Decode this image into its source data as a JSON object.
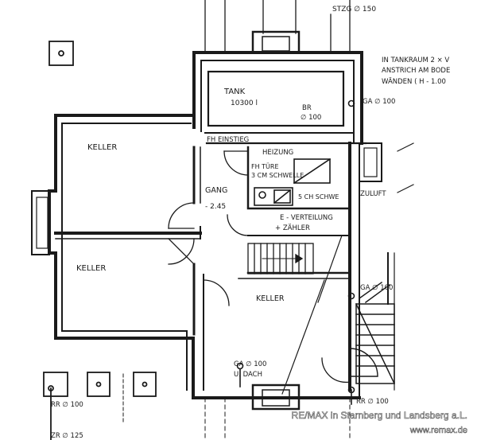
{
  "labels": {
    "stzg": "STZG ∅ 150",
    "note_line1": "IN TANKRAUM 2 × V",
    "note_line2": "ANSTRICH AM BODE",
    "note_line3": "WÄNDEN ( H - 1.00",
    "tank": "TANK",
    "tank_volume": "10300 l",
    "br": "BR",
    "br_dim": "∅ 100",
    "ga_top": "GA ∅ 100",
    "keller_top": "KELLER",
    "fh_einstieg": "FH EINSTIEG",
    "heizung": "HEIZUNG",
    "fh_tuere": "FH TÜRE",
    "schwelle": "3 CM SCHWELLE",
    "schwelle2": "5 CH SCHWE",
    "zuluft": "ZULUFT",
    "gang": "GANG",
    "level": "- 2.45",
    "e_verteilung": "E - VERTEILUNG",
    "zaehler": "+ ZÄHLER",
    "keller_left": "KELLER",
    "keller_bottom": "KELLER",
    "ga_right": "GA ∅ 100",
    "ga_bottom": "GA ∅ 100",
    "u_dach": "U. DACH",
    "rr_bottom": "RR ∅ 100",
    "rr_left": "RR ∅ 100",
    "zr": "ZR ∅ 125"
  },
  "watermark": {
    "line1": "RE/MAX in Starnberg und Landsberg a.L.",
    "line2": "www.remax.de"
  }
}
